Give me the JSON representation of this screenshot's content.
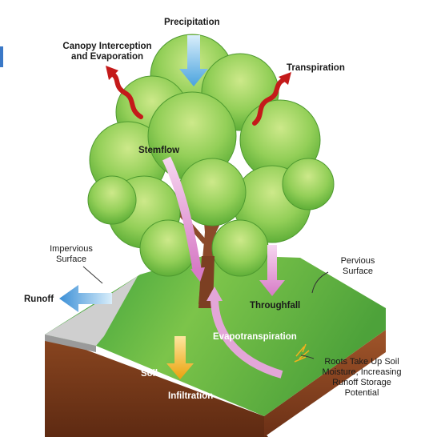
{
  "labels": {
    "precipitation": "Precipitation",
    "canopy_line1": "Canopy Interception",
    "canopy_line2": "and Evaporation",
    "transpiration": "Transpiration",
    "stemflow": "Stemflow",
    "impervious_line1": "Impervious",
    "impervious_line2": "Surface",
    "runoff": "Runoff",
    "pervious_line1": "Pervious",
    "pervious_line2": "Surface",
    "throughfall": "Throughfall",
    "evapotranspiration": "Evapotranspiration",
    "soil": "Soil",
    "infiltration": "Infiltration",
    "roots_line1": "Roots Take Up Soil",
    "roots_line2": "Moisture, Increasing",
    "roots_line3": "Runoff Storage",
    "roots_line4": "Potential"
  },
  "colors": {
    "foliage_light": "#9fd45a",
    "foliage_dark": "#5eae3a",
    "grass_top": "#5cb83a",
    "soil": "#7a3a1e",
    "pavement": "#c8c8c8",
    "arrow_blue": "#6fb6e8",
    "arrow_pink": "#e9a0d8",
    "arrow_red": "#c01818",
    "arrow_yellow": "#f2b21c"
  }
}
